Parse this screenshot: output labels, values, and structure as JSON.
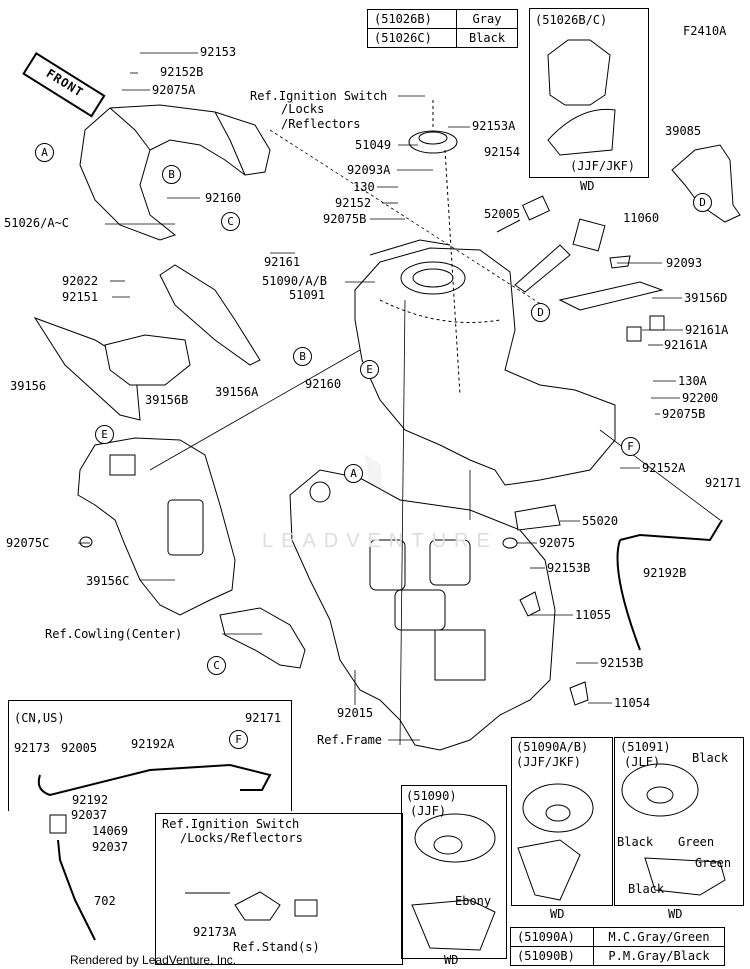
{
  "diagram_code": "F2410A",
  "color_table_top": [
    {
      "code": "(51026B)",
      "color": "Gray"
    },
    {
      "code": "(51026C)",
      "color": "Black"
    }
  ],
  "inset_51026bc": {
    "title": "(51026B/C)",
    "note": "(JJF/JKF)",
    "wd": "WD"
  },
  "front_arrow": "FRONT",
  "callouts": [
    "A",
    "B",
    "C",
    "D",
    "E",
    "F"
  ],
  "labels": {
    "p92153": "92153",
    "p92152B": "92152B",
    "p92075A": "92075A",
    "ref_ignition_1": "Ref.Ignition Switch",
    "ref_ignition_2": "/Locks",
    "ref_ignition_3": "/Reflectors",
    "p92153A": "92153A",
    "p51049": "51049",
    "p92093A": "92093A",
    "p92154": "92154",
    "p130": "130",
    "p92152": "92152",
    "p92075B_top": "92075B",
    "p52005": "52005",
    "p11060": "11060",
    "p39085": "39085",
    "p92160_top": "92160",
    "p51026": "51026/A~C",
    "p92161": "92161",
    "p51090": "51090/A/B",
    "p51091": "51091",
    "p92093": "92093",
    "p39156D": "39156D",
    "p92022": "92022",
    "p92151": "92151",
    "p92161A_1": "92161A",
    "p92161A_2": "92161A",
    "p39156": "39156",
    "p39156B": "39156B",
    "p39156A": "39156A",
    "p92160_mid": "92160",
    "p130A": "130A",
    "p92200": "92200",
    "p92075B_right": "92075B",
    "p92152A": "92152A",
    "p92171_right": "92171",
    "p92075C": "92075C",
    "p55020": "55020",
    "p92075": "92075",
    "p39156C": "39156C",
    "p92153B_1": "92153B",
    "p92192B": "92192B",
    "p11055": "11055",
    "ref_cowling": "Ref.Cowling(Center)",
    "p92153B_2": "92153B",
    "p11054": "11054",
    "p92015": "92015",
    "ref_frame": "Ref.Frame"
  },
  "inset_cnus": {
    "title": "(CN,US)",
    "p92171": "92171",
    "p92173": "92173",
    "p92005": "92005",
    "p92192A": "92192A",
    "p92192": "92192",
    "p92037_1": "92037",
    "p14069": "14069",
    "p92037_2": "92037",
    "p702": "702"
  },
  "inset_ignition": {
    "line1": "Ref.Ignition Switch",
    "line2": "/Locks/Reflectors",
    "p92173A": "92173A",
    "ref_stand": "Ref.Stand(s)"
  },
  "inset_51090": {
    "title1": "(51090)",
    "title2": "(JJF)",
    "ebony": "Ebony",
    "wd": "WD"
  },
  "inset_51090ab": {
    "title1": "(51090A/B)",
    "title2": "(JJF/JKF)",
    "wd": "WD"
  },
  "inset_51091": {
    "title1": "(51091)",
    "title2": "(JLF)",
    "black1": "Black",
    "black2": "Black",
    "black3": "Black",
    "green1": "Green",
    "green2": "Green",
    "wd": "WD"
  },
  "color_table_bottom": [
    {
      "code": "(51090A)",
      "color": "M.C.Gray/Green"
    },
    {
      "code": "(51090B)",
      "color": "P.M.Gray/Black"
    }
  ],
  "credit": "Rendered by LeadVenture, Inc.",
  "watermark": "LEADVENTURE"
}
